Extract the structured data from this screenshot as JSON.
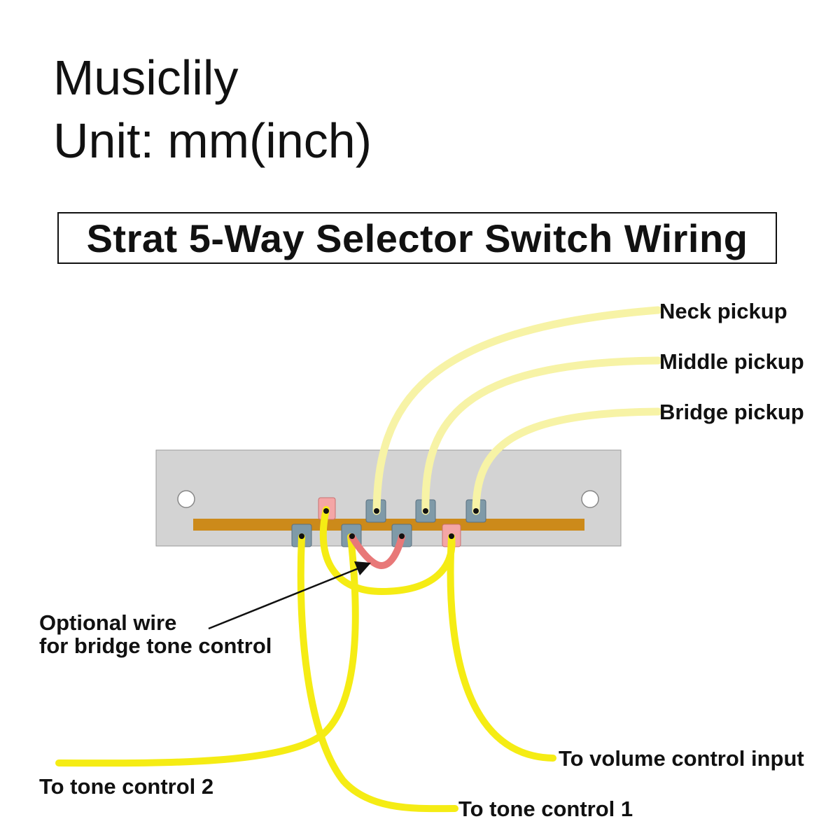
{
  "header": {
    "brand": "Musiclily",
    "unit": "Unit: mm(inch)"
  },
  "title": "Strat 5-Way Selector Switch Wiring",
  "labels": {
    "neck_pickup": "Neck pickup",
    "middle_pickup": "Middle pickup",
    "bridge_pickup": "Bridge pickup",
    "optional_wire_line1": "Optional wire",
    "optional_wire_line2": "for bridge tone control",
    "volume_input": "To volume control input",
    "tone_control_2": "To tone control 2",
    "tone_control_1": "To tone control 1"
  },
  "colors": {
    "pickup_wire": "#f7f3a6",
    "lead_wire": "#f5ec14",
    "optional_wire": "#e87878",
    "switch_plate": "#d3d3d3",
    "bus_bar": "#cc8a1a",
    "terminal_blue": "#7f9aa8",
    "terminal_pink": "#f4a6a6"
  }
}
